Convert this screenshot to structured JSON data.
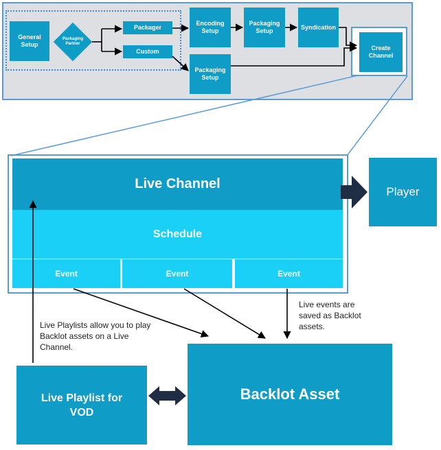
{
  "colors": {
    "primary": "#0f9cc6",
    "bright": "#1ad0f6",
    "panel": "#dedfe2",
    "frame": "#5b9bd5",
    "arrow": "#1f2d45"
  },
  "workflow": {
    "general_setup": "General Setup",
    "packaging_partner": "Packaging Partner",
    "packager": "Packager",
    "custom": "Custom",
    "encoding_setup": "Encoding Setup",
    "packaging_setup_top": "Packaging Setup",
    "syndication": "Syndication",
    "packaging_setup_bottom": "Packaging Setup",
    "create_channel": "Create Channel"
  },
  "channel": {
    "live_channel": "Live Channel",
    "schedule": "Schedule",
    "events": [
      "Event",
      "Event",
      "Event"
    ]
  },
  "player": "Player",
  "backlot_asset": "Backlot Asset",
  "live_playlist": "Live Playlist for VOD",
  "notes": {
    "live_playlists": "Live Playlists allow you to play Backlot assets on a Live Channel.",
    "live_events": "Live events are saved as Backlot assets."
  }
}
